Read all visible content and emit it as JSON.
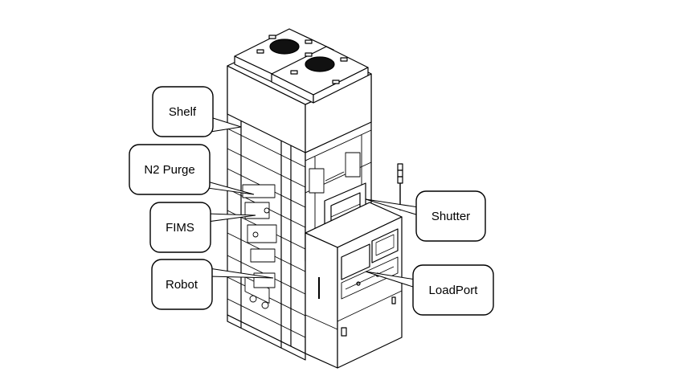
{
  "diagram": {
    "callouts": [
      {
        "id": "shelf",
        "label": "Shelf"
      },
      {
        "id": "n2-purge",
        "label": "N2 Purge"
      },
      {
        "id": "fims",
        "label": "FIMS"
      },
      {
        "id": "robot",
        "label": "Robot"
      },
      {
        "id": "shutter",
        "label": "Shutter"
      },
      {
        "id": "loadport",
        "label": "LoadPort"
      }
    ]
  }
}
